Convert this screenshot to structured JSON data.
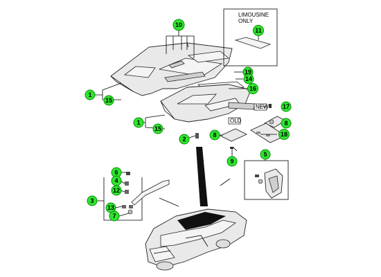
{
  "labels": {
    "limousine_line1": "LIMOUSINE",
    "limousine_line2": "ONLY",
    "new": "NEW",
    "old": "OLD"
  },
  "callouts": [
    {
      "id": "c10",
      "text": "10"
    },
    {
      "id": "c11",
      "text": "11"
    },
    {
      "id": "c19",
      "text": "19"
    },
    {
      "id": "c14",
      "text": "14"
    },
    {
      "id": "c16",
      "text": "16"
    },
    {
      "id": "c1a",
      "text": "1"
    },
    {
      "id": "c15a",
      "text": "15"
    },
    {
      "id": "c17",
      "text": "17"
    },
    {
      "id": "c8a",
      "text": "8"
    },
    {
      "id": "c18",
      "text": "18"
    },
    {
      "id": "c1b",
      "text": "1"
    },
    {
      "id": "c15b",
      "text": "15"
    },
    {
      "id": "c8b",
      "text": "8"
    },
    {
      "id": "c2",
      "text": "2"
    },
    {
      "id": "c9",
      "text": "9"
    },
    {
      "id": "c5",
      "text": "5"
    },
    {
      "id": "c6",
      "text": "6"
    },
    {
      "id": "c4",
      "text": "4"
    },
    {
      "id": "c12",
      "text": "12"
    },
    {
      "id": "c3",
      "text": "3"
    },
    {
      "id": "c13",
      "text": "13"
    },
    {
      "id": "c7",
      "text": "7"
    }
  ]
}
